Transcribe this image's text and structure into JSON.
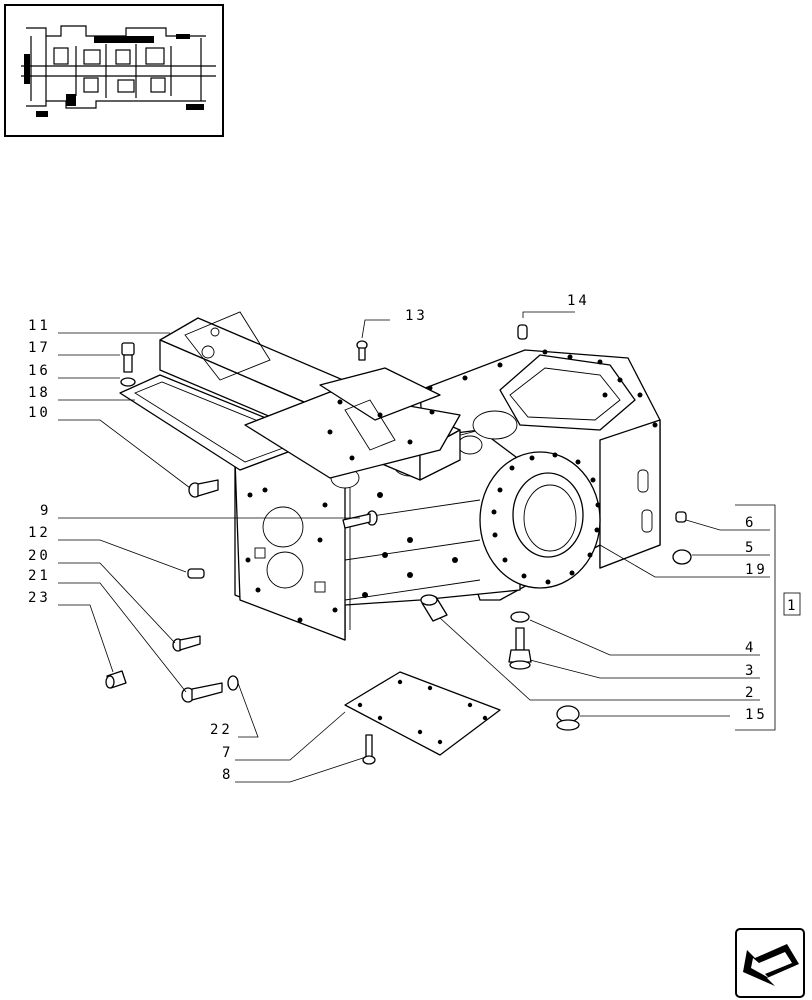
{
  "callouts": [
    {
      "id": "11",
      "text": "11"
    },
    {
      "id": "17",
      "text": "17"
    },
    {
      "id": "16",
      "text": "16"
    },
    {
      "id": "18",
      "text": "18"
    },
    {
      "id": "10",
      "text": "10"
    },
    {
      "id": "13",
      "text": "13"
    },
    {
      "id": "14",
      "text": "14"
    },
    {
      "id": "9",
      "text": "9"
    },
    {
      "id": "12",
      "text": "12"
    },
    {
      "id": "20",
      "text": "20"
    },
    {
      "id": "21",
      "text": "21"
    },
    {
      "id": "23",
      "text": "23"
    },
    {
      "id": "22",
      "text": "22"
    },
    {
      "id": "7",
      "text": "7"
    },
    {
      "id": "8",
      "text": "8"
    },
    {
      "id": "6",
      "text": "6"
    },
    {
      "id": "5",
      "text": "5"
    },
    {
      "id": "19",
      "text": "19"
    },
    {
      "id": "4",
      "text": "4"
    },
    {
      "id": "3",
      "text": "3"
    },
    {
      "id": "2",
      "text": "2"
    },
    {
      "id": "15",
      "text": "15"
    }
  ],
  "group_box_label": "1",
  "icons": {
    "thumbnail": "transmission-section-thumbnail-icon",
    "navigation": "next-page-arrow-icon"
  }
}
